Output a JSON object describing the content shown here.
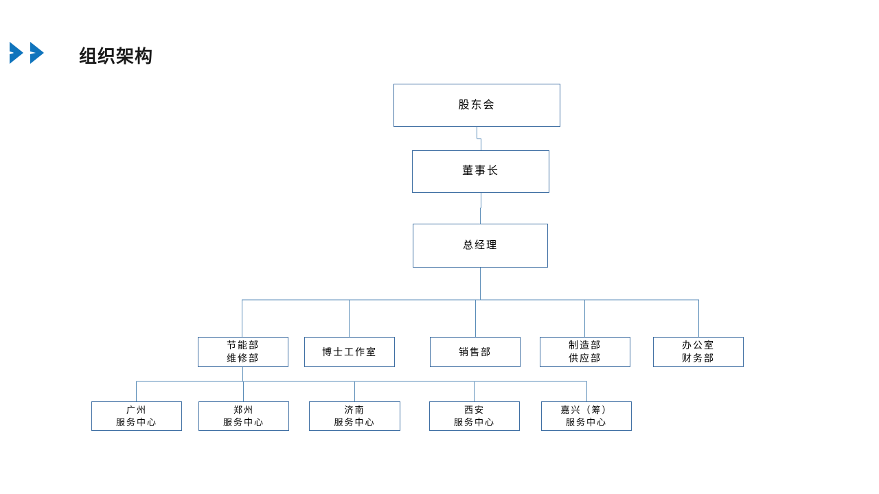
{
  "header": {
    "title": "组织架构",
    "chevron_icon": "double-chevron-right-icon",
    "accent_color": "#1074BC"
  },
  "theme": {
    "box_border_color": "#3F6FA3",
    "connector_color": "#5B8DB8",
    "background": "#FFFFFF",
    "text_color": "#000000"
  },
  "chart_data": {
    "type": "diagram",
    "title": "组织架构",
    "orientation": "top-down",
    "levels": [
      {
        "level": 0,
        "nodes": [
          {
            "id": "shareholders",
            "lines": [
              "股东会"
            ]
          }
        ]
      },
      {
        "level": 1,
        "nodes": [
          {
            "id": "chairman",
            "lines": [
              "董事长"
            ]
          }
        ]
      },
      {
        "level": 2,
        "nodes": [
          {
            "id": "general-manager",
            "lines": [
              "总经理"
            ]
          }
        ]
      },
      {
        "level": 3,
        "nodes": [
          {
            "id": "energy-maintenance",
            "lines": [
              "节能部",
              "维修部"
            ]
          },
          {
            "id": "doctoral-studio",
            "lines": [
              "博士工作室"
            ]
          },
          {
            "id": "sales",
            "lines": [
              "销售部"
            ]
          },
          {
            "id": "manufacturing-supply",
            "lines": [
              "制造部",
              "供应部"
            ]
          },
          {
            "id": "office-finance",
            "lines": [
              "办公室",
              "财务部"
            ]
          }
        ]
      },
      {
        "level": 4,
        "nodes": [
          {
            "id": "guangzhou-center",
            "lines": [
              "广州",
              "服务中心"
            ]
          },
          {
            "id": "zhengzhou-center",
            "lines": [
              "郑州",
              "服务中心"
            ]
          },
          {
            "id": "jinan-center",
            "lines": [
              "济南",
              "服务中心"
            ]
          },
          {
            "id": "xian-center",
            "lines": [
              "西安",
              "服务中心"
            ]
          },
          {
            "id": "jiaxing-center",
            "lines": [
              "嘉兴（筹）",
              "服务中心"
            ]
          }
        ]
      }
    ],
    "edges": [
      {
        "from": "shareholders",
        "to": "chairman"
      },
      {
        "from": "chairman",
        "to": "general-manager"
      },
      {
        "from": "general-manager",
        "to": "energy-maintenance"
      },
      {
        "from": "general-manager",
        "to": "doctoral-studio"
      },
      {
        "from": "general-manager",
        "to": "sales"
      },
      {
        "from": "general-manager",
        "to": "manufacturing-supply"
      },
      {
        "from": "general-manager",
        "to": "office-finance"
      },
      {
        "from": "energy-maintenance",
        "to": "guangzhou-center"
      },
      {
        "from": "energy-maintenance",
        "to": "zhengzhou-center"
      },
      {
        "from": "energy-maintenance",
        "to": "jinan-center"
      },
      {
        "from": "energy-maintenance",
        "to": "xian-center"
      },
      {
        "from": "energy-maintenance",
        "to": "jiaxing-center"
      }
    ]
  }
}
